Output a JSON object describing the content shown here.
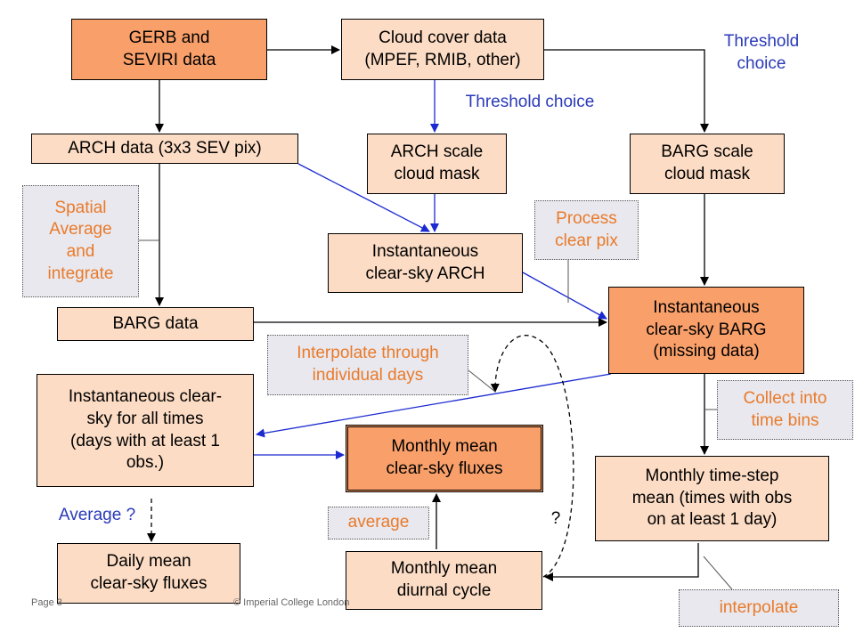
{
  "boxes": {
    "gerb": "GERB and\nSEVIRI data",
    "cloud_cover": "Cloud cover data\n(MPEF, RMIB, other)",
    "arch_data": "ARCH data (3x3 SEV pix)",
    "arch_mask": "ARCH scale\ncloud mask",
    "barg_mask": "BARG scale\ncloud mask",
    "inst_arch": "Instantaneous\nclear-sky ARCH",
    "barg_data": "BARG data",
    "inst_barg": "Instantaneous\nclear-sky BARG\n(missing data)",
    "inst_all": "Instantaneous clear-\nsky for all times\n(days with at least 1\nobs.)",
    "monthly_mean": "Monthly mean\nclear-sky fluxes",
    "monthly_step": "Monthly time-step\nmean (times with obs\non at least 1 day)",
    "daily_mean": "Daily mean\nclear-sky fluxes",
    "diurnal": "Monthly mean\ndiurnal cycle"
  },
  "notes": {
    "spatial": "Spatial\nAverage\nand\nintegrate",
    "process": "Process\nclear pix",
    "interp_days": "Interpolate through\nindividual days",
    "collect": "Collect into\ntime bins",
    "average": "average",
    "interpolate": "interpolate"
  },
  "labels": {
    "threshold_top": "Threshold\nchoice",
    "threshold_mid": "Threshold choice",
    "average_q": "Average ?",
    "question": "?"
  },
  "footer": {
    "page": "Page 3",
    "copyright": "© Imperial College London"
  },
  "colors": {
    "light_box": "#fcdcc4",
    "dark_box": "#f9a06a",
    "note_text": "#ea7a2a",
    "blue_arrow": "#1a2ad0"
  }
}
